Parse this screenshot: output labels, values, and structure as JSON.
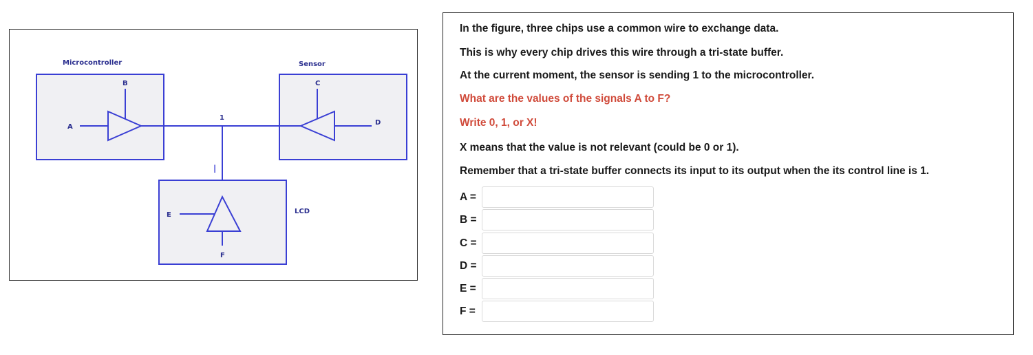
{
  "diagram": {
    "chips": {
      "microcontroller": "Microcontroller",
      "sensor": "Sensor",
      "lcd": "LCD"
    },
    "signals": {
      "a": "A",
      "b": "B",
      "c": "C",
      "d": "D",
      "e": "E",
      "f": "F"
    },
    "bus_value": "1",
    "handwritten_mark": "l",
    "colors": {
      "line": "#3a3fd4",
      "box_fill": "#f0f0f3",
      "label": "#2b2f8f"
    }
  },
  "question": {
    "lines": [
      "In the figure, three chips use a common wire to exchange data.",
      "This is why every chip drives this wire through a tri-state buffer.",
      "At the current moment, the sensor is sending 1 to the microcontroller.",
      "What are the values of the signals A to F?",
      "Write 0, 1, or X!",
      "X means that the value is not relevant (could be 0 or 1).",
      "Remember that a tri-state buffer connects its input to its output when the its control line is 1."
    ],
    "highlight_color": "#d04a3a"
  },
  "answers": [
    {
      "label": "A =",
      "value": ""
    },
    {
      "label": "B =",
      "value": ""
    },
    {
      "label": "C =",
      "value": ""
    },
    {
      "label": "D =",
      "value": ""
    },
    {
      "label": "E =",
      "value": ""
    },
    {
      "label": "F =",
      "value": ""
    }
  ]
}
